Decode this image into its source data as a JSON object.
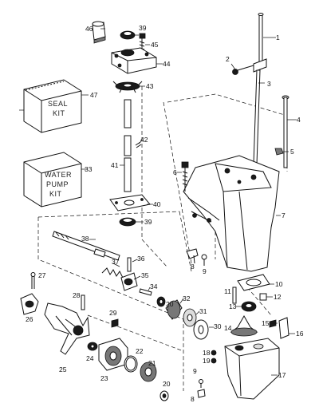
{
  "kits": {
    "seal_kit": {
      "line1": "SEAL",
      "line2": "KIT"
    },
    "water_pump_kit": {
      "line1": "WATER",
      "line2": "PUMP",
      "line3": "KIT"
    }
  },
  "callouts": {
    "c1": "1",
    "c2": "2",
    "c3": "3",
    "c4": "4",
    "c5": "5",
    "c6": "6",
    "c7": "7",
    "c8a": "8",
    "c8b": "8",
    "c9a": "9",
    "c9b": "9",
    "c10": "10",
    "c11": "11",
    "c12": "12",
    "c13": "13",
    "c14": "14",
    "c15": "15",
    "c16": "16",
    "c17": "17",
    "c18": "18",
    "c19": "19",
    "c20a": "20",
    "c20b": "20",
    "c21": "21",
    "c22": "22",
    "c23": "23",
    "c24": "24",
    "c25": "25",
    "c26": "26",
    "c27": "27",
    "c28": "28",
    "c29": "29",
    "c30": "30",
    "c31": "31",
    "c32": "32",
    "c33": "33",
    "c34": "34",
    "c35": "35",
    "c36": "36",
    "c37": "37",
    "c38": "38",
    "c39a": "39",
    "c39b": "39",
    "c40": "40",
    "c41": "41",
    "c42": "42",
    "c43": "43",
    "c44": "44",
    "c45": "45",
    "c46": "46",
    "c47": "47"
  }
}
